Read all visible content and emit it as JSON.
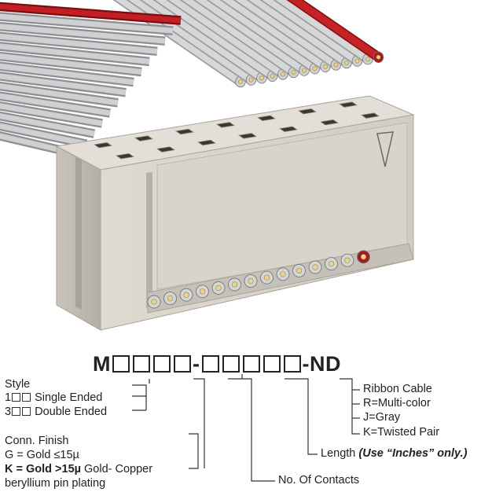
{
  "part_number": {
    "prefix": "M",
    "separator": "-",
    "suffix": "-ND"
  },
  "style": {
    "heading": "Style",
    "option_1_code": "1",
    "option_1_label": "Single Ended",
    "option_2_code": "3",
    "option_2_label": "Double Ended"
  },
  "conn_finish": {
    "heading": "Conn. Finish",
    "option_1": "G = Gold ≤15µ",
    "option_2_bold": "K = Gold >15µ",
    "option_2_rest": " Gold- Copper",
    "option_2_line2": "beryllium pin plating"
  },
  "contacts": {
    "label": "No. Of Contacts"
  },
  "length": {
    "label": "Length ",
    "note": "(Use “Inches” only.)"
  },
  "ribbon": {
    "heading": "Ribbon Cable",
    "option_1": "R=Multi-color",
    "option_2": "J=Gray",
    "option_3": "K=Twisted Pair"
  },
  "colors": {
    "housing": "#d9d5cd",
    "housing_shadow": "#b9b4ab",
    "cable_gray": "#c4c5c7",
    "cable_red": "#b1191d",
    "text": "#222222"
  }
}
